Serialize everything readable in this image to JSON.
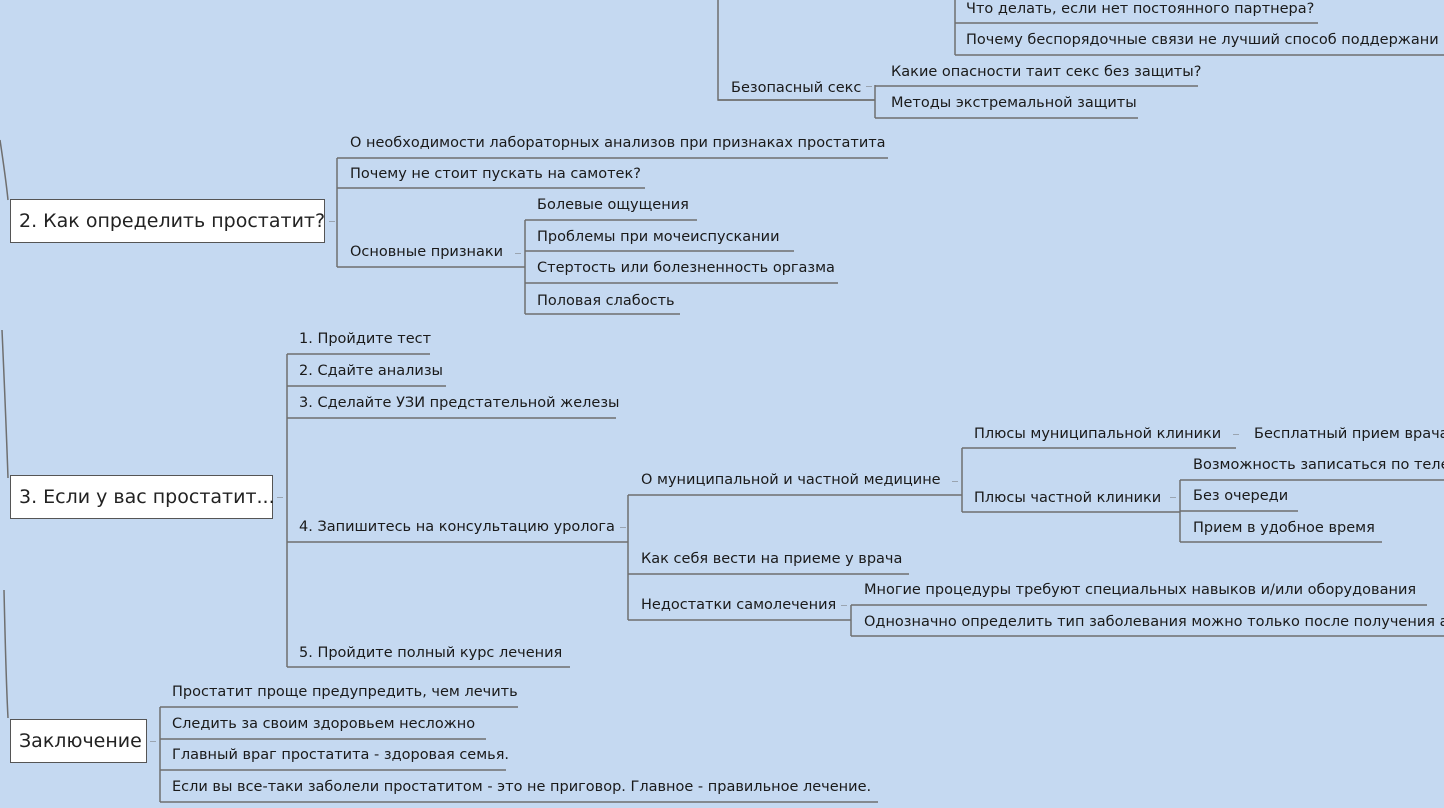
{
  "colors": {
    "background": "#c5d9f1",
    "line": "#6f6f6f",
    "box_fill": "#ffffff"
  },
  "sections": {
    "s2": {
      "title": "2. Как определить простатит?",
      "items": [
        "О необходимости лабораторных анализов при признаках простатита",
        "Почему не стоит пускать на самотек?",
        "Основные признаки"
      ],
      "signs": [
        "Болевые ощущения",
        "Проблемы при мочеиспускании",
        "Стертость или болезненность оргазма",
        "Половая слабость"
      ]
    },
    "s3": {
      "title": "3. Если у вас простатит...",
      "steps": [
        "1. Пройдите тест",
        "2. Сдайте анализы",
        "3. Сделайте УЗИ предстательной железы",
        "4. Запишитесь на консультацию уролога",
        "5. Пройдите полный курс лечения"
      ],
      "consult": [
        "О муниципальной и частной медицине",
        "Как себя вести на приеме у врача",
        "Недостатки самолечения"
      ],
      "clinics": [
        "Плюсы муниципальной клиники",
        "Плюсы частной клиники"
      ],
      "municipal_plus": "Бесплатный прием врача",
      "private_plus": [
        "Возможность записаться по теле",
        "Без очереди",
        "Прием в удобное время"
      ],
      "self_treat": [
        "Многие процедуры требуют специальных навыков и/или оборудования",
        "Однозначно определить тип заболевания можно только после получения а"
      ]
    },
    "top": {
      "partner": [
        "Что делать, если нет постоянного партнера?",
        "Почему беспорядочные связи не лучший способ поддержани"
      ],
      "safe_sex": "Безопасный секс",
      "safe_items": [
        "Какие опасности таит секс без защиты?",
        "Методы экстремальной защиты"
      ]
    },
    "conclusion": {
      "title": "Заключение",
      "items": [
        "Простатит проще предупредить, чем лечить",
        "Следить за своим здоровьем несложно",
        "Главный враг простатита - здоровая семья.",
        "Если вы все-таки заболели простатитом - это не приговор. Главное - правильное лечение."
      ]
    }
  }
}
